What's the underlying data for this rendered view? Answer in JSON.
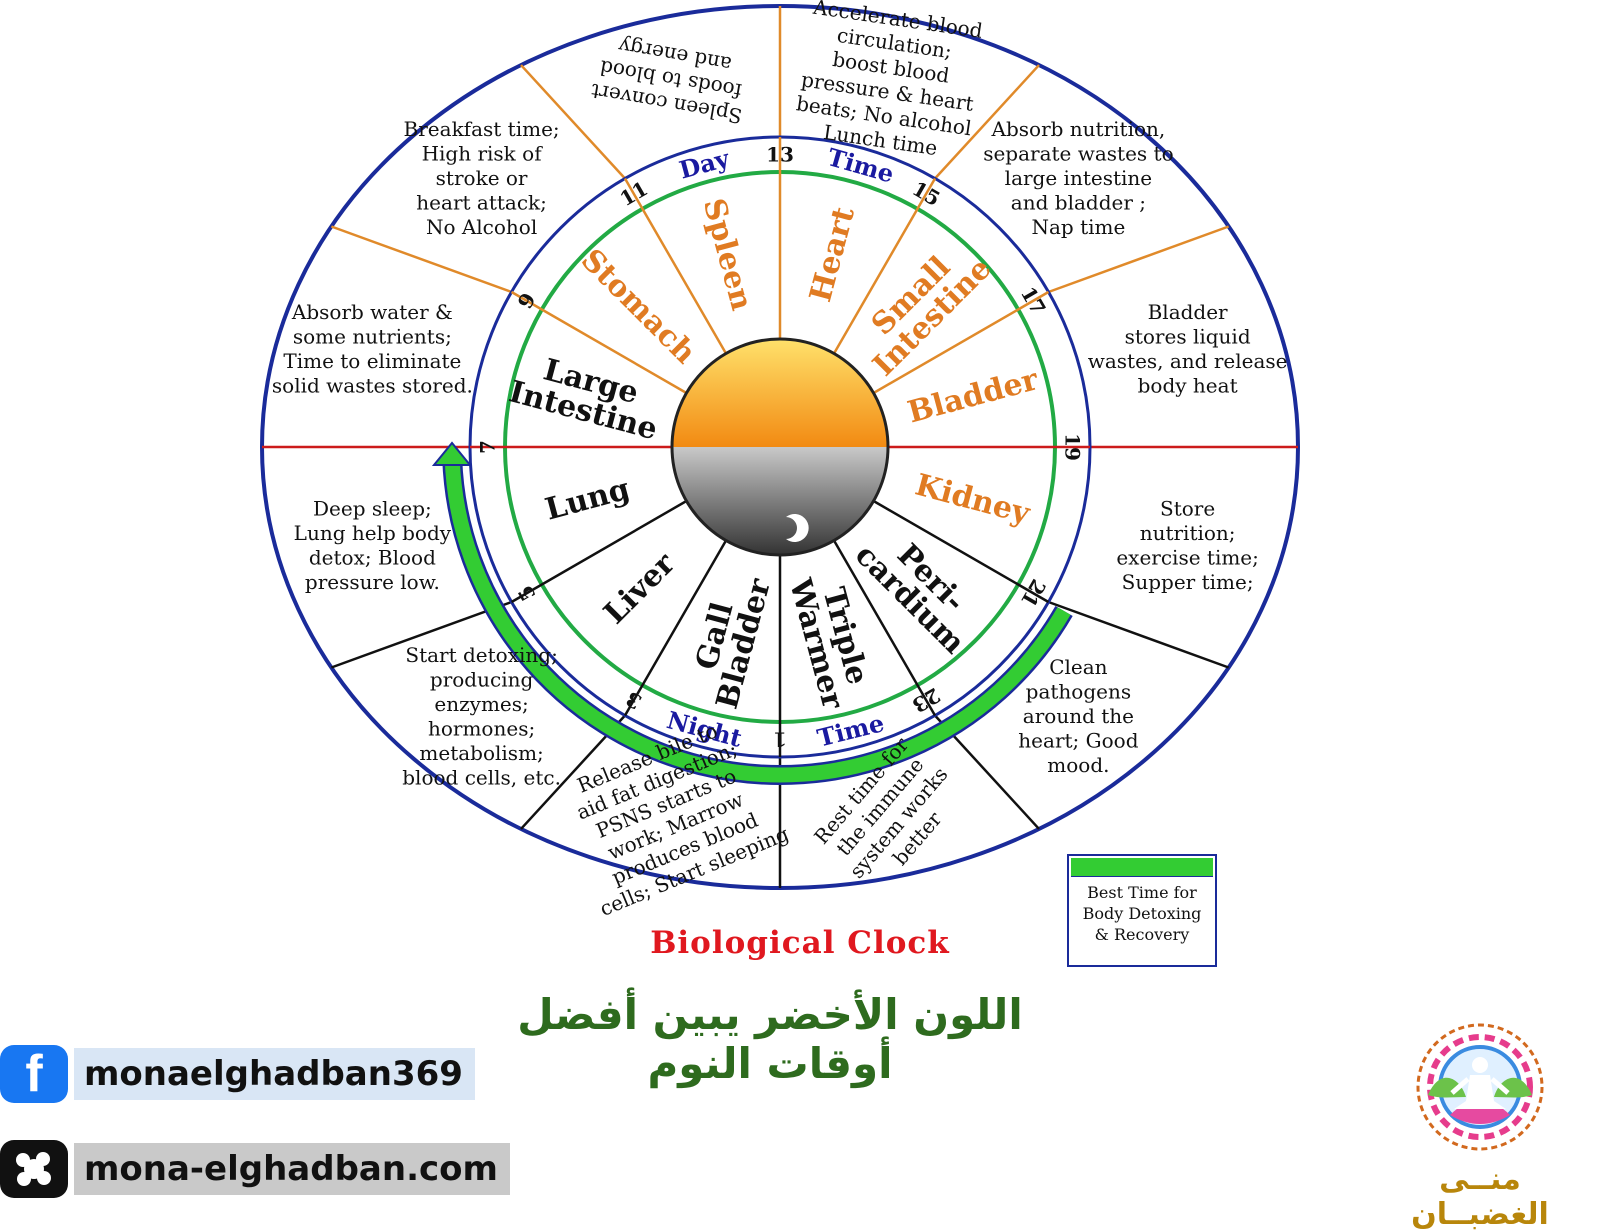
{
  "title": "Biological Clock",
  "arabic_caption": "اللون الأخضر يبين أفضل أوقات النوم",
  "legend": {
    "swatch_color": "#33cc33",
    "label": "Best Time for Body Detoxing & Recovery"
  },
  "ring_labels": {
    "day": "Day",
    "day_time": "Time",
    "night": "Night",
    "night_time": "Time"
  },
  "hours": [
    "13",
    "15",
    "17",
    "19",
    "21",
    "23",
    "1",
    "3",
    "5",
    "7",
    "9",
    "11"
  ],
  "organs_day": [
    "Heart",
    "Small Intestine",
    "Bladder",
    "Kidney",
    "Stomach",
    "Spleen"
  ],
  "organs_night": [
    "Peri-cardium",
    "Triple Warmer",
    "Gall Bladder",
    "Liver",
    "Lung",
    "Large Intestine"
  ],
  "descriptions": [
    {
      "organ": "Heart",
      "text": [
        "Accelerate blood",
        "circulation;",
        "boost blood",
        "pressure & heart",
        "beats; No alcohol",
        "Lunch time"
      ]
    },
    {
      "organ": "Small Intestine",
      "text": [
        "Absorb nutrition,",
        "separate wastes to",
        "large intestine",
        "and bladder ;",
        "Nap time"
      ]
    },
    {
      "organ": "Bladder",
      "text": [
        "Bladder",
        "stores liquid",
        "wastes, and release",
        "body heat"
      ]
    },
    {
      "organ": "Kidney",
      "text": [
        "Store",
        "nutrition;",
        "exercise time;",
        "Supper time;"
      ]
    },
    {
      "organ": "Peri-cardium",
      "text": [
        "Clean",
        "pathogens",
        "around the",
        "heart; Good",
        "mood."
      ]
    },
    {
      "organ": "Triple Warmer",
      "text": [
        "Rest time for",
        "the immune",
        "system works",
        "better"
      ]
    },
    {
      "organ": "Gall Bladder",
      "text": [
        "Release bile to",
        "aid fat digestion;",
        "PSNS starts to",
        "work; Marrow",
        "produces blood",
        "cells; Start sleeping"
      ]
    },
    {
      "organ": "Liver",
      "text": [
        "Start detoxing;",
        "producing",
        "enzymes;",
        "hormones;",
        "metabolism;",
        "blood cells, etc."
      ]
    },
    {
      "organ": "Lung",
      "text": [
        "Deep sleep;",
        "Lung help body",
        "detox; Blood",
        "pressure low."
      ]
    },
    {
      "organ": "Large Intestine",
      "text": [
        "Absorb water &",
        "some nutrients;",
        "Time to eliminate",
        "solid wastes stored."
      ]
    },
    {
      "organ": "Stomach",
      "text": [
        "Breakfast time;",
        "High risk of",
        "stroke or",
        "heart attack;",
        "No Alcohol"
      ]
    },
    {
      "organ": "Spleen",
      "text": [
        "Spleen convert",
        "foods to blood",
        "and energy"
      ]
    }
  ],
  "social": {
    "facebook": "monaelghadban369",
    "website": "mona-elghadban.com"
  },
  "logo_name": "منــى الغضبــان",
  "colors": {
    "day_organ": "#e07b22",
    "night_organ": "#111111",
    "hour_label": "#1a1aa0",
    "ring_blue": "#1a2b9a",
    "ring_green": "#22aa44",
    "best_time_arc": "#33cc33",
    "day_divider": "#e08a2a",
    "night_divider": "#111111",
    "horizon": "#cc1b1b"
  }
}
